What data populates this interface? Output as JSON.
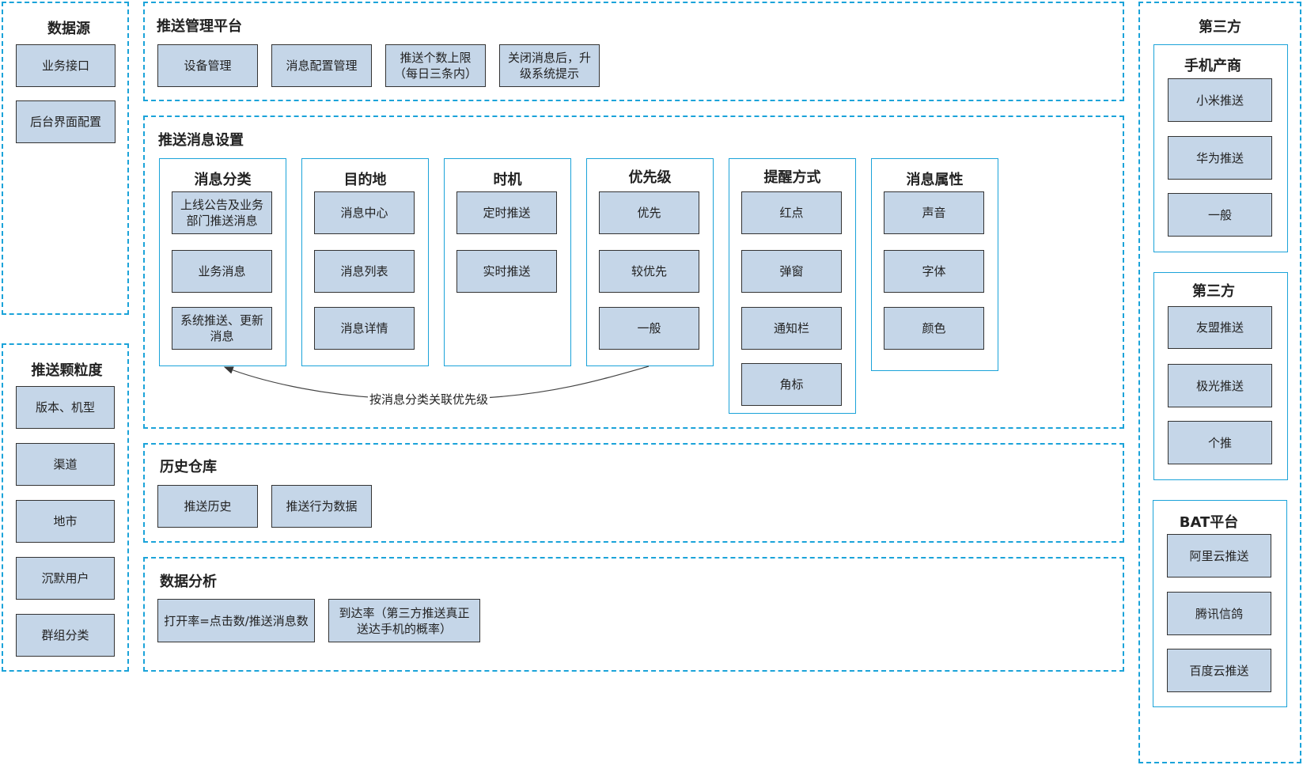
{
  "data_source": {
    "title": "数据源",
    "items": [
      "业务接口",
      "后台界面配置"
    ]
  },
  "granularity": {
    "title": "推送颗粒度",
    "items": [
      "版本、机型",
      "渠道",
      "地市",
      "沉默用户",
      "群组分类"
    ]
  },
  "platform": {
    "title": "推送管理平台",
    "items": [
      "设备管理",
      "消息配置管理",
      "推送个数上限（每日三条内）",
      "关闭消息后，升级系统提示"
    ]
  },
  "settings": {
    "title": "推送消息设置",
    "groups": [
      {
        "title": "消息分类",
        "items": [
          "上线公告及业务部门推送消息",
          "业务消息",
          "系统推送、更新消息"
        ]
      },
      {
        "title": "目的地",
        "items": [
          "消息中心",
          "消息列表",
          "消息详情"
        ]
      },
      {
        "title": "时机",
        "items": [
          "定时推送",
          "实时推送"
        ]
      },
      {
        "title": "优先级",
        "items": [
          "优先",
          "较优先",
          "一般"
        ]
      },
      {
        "title": "提醒方式",
        "items": [
          "红点",
          "弹窗",
          "通知栏",
          "角标"
        ]
      },
      {
        "title": "消息属性",
        "items": [
          "声音",
          "字体",
          "颜色"
        ]
      }
    ],
    "arrow_label": "按消息分类关联优先级"
  },
  "history": {
    "title": "历史仓库",
    "items": [
      "推送历史",
      "推送行为数据"
    ]
  },
  "analysis": {
    "title": "数据分析",
    "items": [
      "打开率=点击数/推送消息数",
      "到达率（第三方推送真正送达手机的概率）"
    ]
  },
  "third_party": {
    "title": "第三方",
    "groups": [
      {
        "title": "手机产商",
        "items": [
          "小米推送",
          "华为推送",
          "一般"
        ]
      },
      {
        "title": "第三方",
        "items": [
          "友盟推送",
          "极光推送",
          "个推"
        ]
      },
      {
        "title": "BAT平台",
        "items": [
          "阿里云推送",
          "腾讯信鸽",
          "百度云推送"
        ]
      }
    ]
  },
  "colors": {
    "border_accent": "#1ba3d9",
    "box_fill": "#c5d6e8"
  }
}
